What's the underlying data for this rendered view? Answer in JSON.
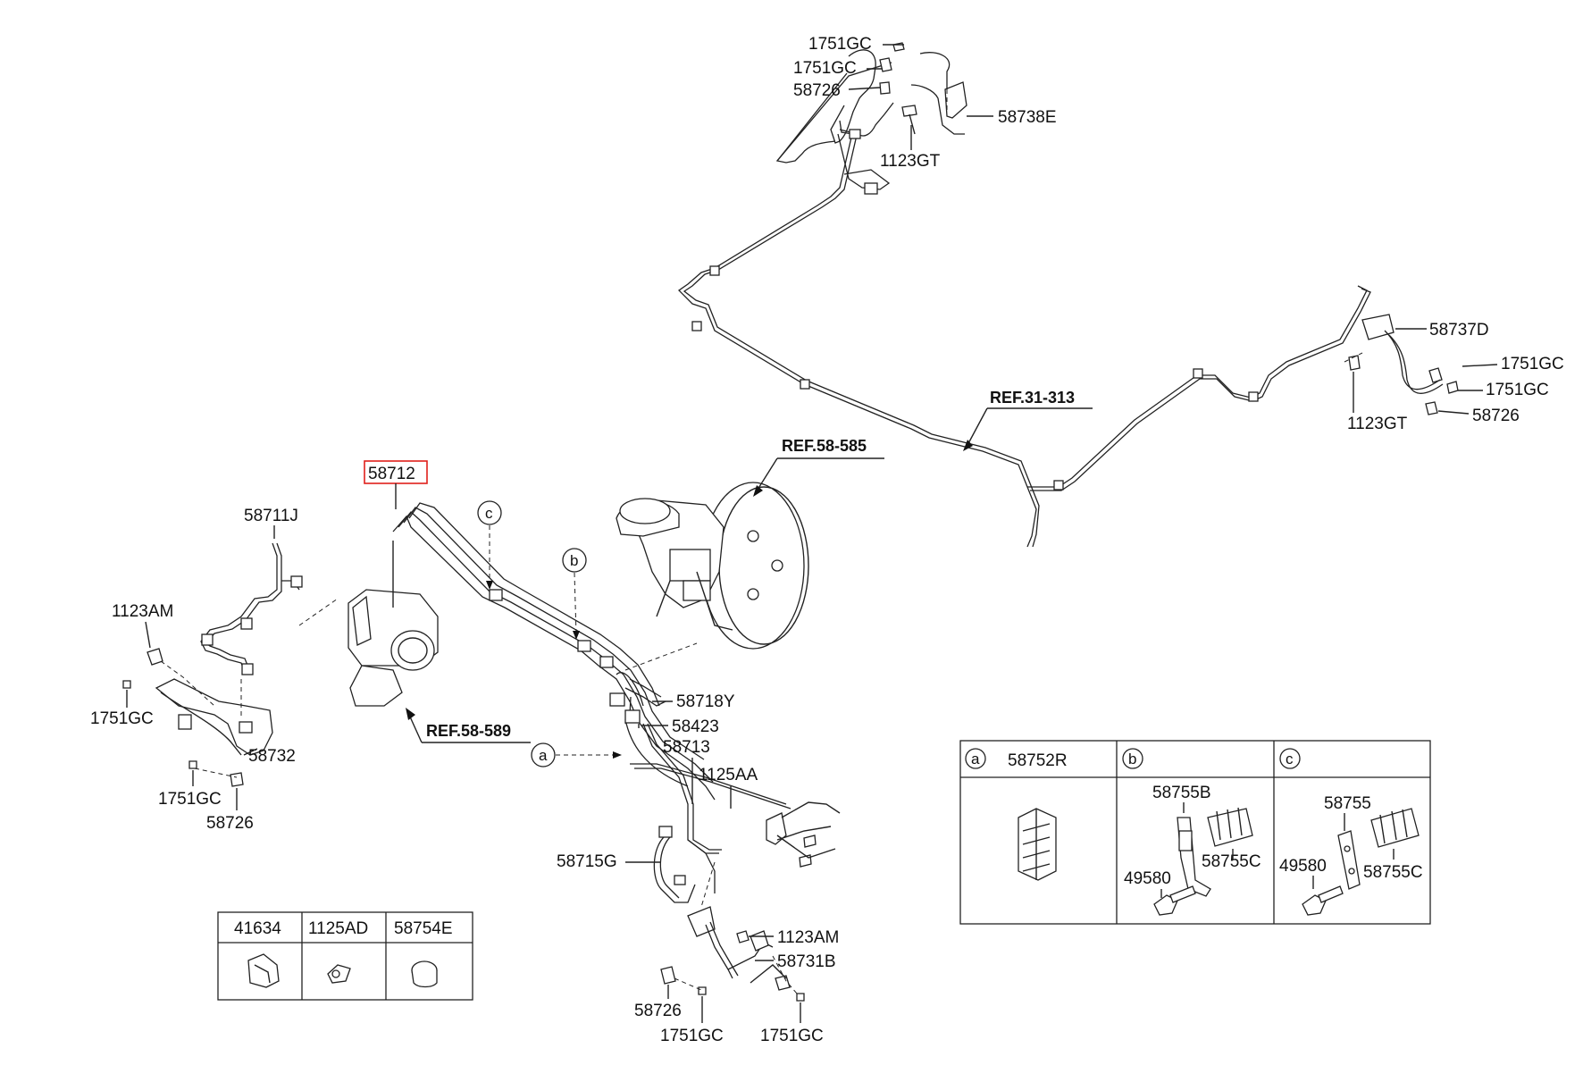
{
  "labels": {
    "top_1751gc_a": "1751GC",
    "top_1751gc_b": "1751GC",
    "top_58726": "58726",
    "top_58738e": "58738E",
    "top_1123gt": "1123GT",
    "right_58737d": "58737D",
    "right_1751gc_a": "1751GC",
    "right_1751gc_b": "1751GC",
    "right_1123gt": "1123GT",
    "right_58726": "58726",
    "ref_31_313": "REF.31-313",
    "ref_58_585": "REF.58-585",
    "main_58712": "58712",
    "left_58711j": "58711J",
    "left_1123am": "1123AM",
    "left_1751gc": "1751GC",
    "left_58732": "58732",
    "left_1751gc_b": "1751GC",
    "left_58726": "58726",
    "ref_58_589": "REF.58-589",
    "mid_58718y": "58718Y",
    "mid_58423": "58423",
    "mid_58713": "58713",
    "mid_1125aa": "1125AA",
    "mid_58715g": "58715G",
    "bot_1123am": "1123AM",
    "bot_58731b": "58731B",
    "bot_58726": "58726",
    "bot_1751gc_a": "1751GC",
    "bot_1751gc_b": "1751GC"
  },
  "callouts": {
    "a": "a",
    "b": "b",
    "c": "c"
  },
  "table_small": {
    "headers": [
      "41634",
      "1125AD",
      "58754E"
    ]
  },
  "table_clips": {
    "a": {
      "letter": "a",
      "header": "58752R"
    },
    "b": {
      "letter": "b",
      "labels": [
        "58755B",
        "58755C",
        "49580"
      ]
    },
    "c": {
      "letter": "c",
      "labels": [
        "58755",
        "49580",
        "58755C"
      ]
    }
  },
  "highlight_color": "#e0201b"
}
